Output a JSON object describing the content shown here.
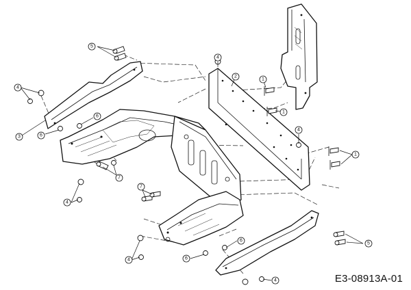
{
  "drawing_code": "E3-08913A-01",
  "callouts": [
    {
      "id": "c1",
      "label": "1"
    },
    {
      "id": "c2",
      "label": "1"
    },
    {
      "id": "c3",
      "label": "1"
    },
    {
      "id": "c4",
      "label": "2"
    },
    {
      "id": "c5",
      "label": "3"
    },
    {
      "id": "c6",
      "label": "4"
    },
    {
      "id": "c7",
      "label": "4"
    },
    {
      "id": "c8",
      "label": "4"
    },
    {
      "id": "c9",
      "label": "4"
    },
    {
      "id": "c10",
      "label": "4"
    },
    {
      "id": "c11",
      "label": "4"
    },
    {
      "id": "c12",
      "label": "5"
    },
    {
      "id": "c13",
      "label": "5"
    },
    {
      "id": "c14",
      "label": "6"
    },
    {
      "id": "c15",
      "label": "6"
    },
    {
      "id": "c16",
      "label": "6"
    },
    {
      "id": "c17",
      "label": "6"
    },
    {
      "id": "c18",
      "label": "7"
    },
    {
      "id": "c19",
      "label": "7"
    }
  ]
}
